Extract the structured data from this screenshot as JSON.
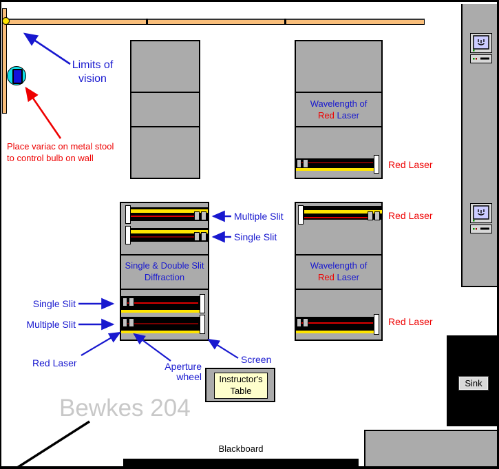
{
  "title": "Bewkes 204 physics lab layout diagram",
  "colors": {
    "annotation_blue": "#1818CF",
    "annotation_red": "#EE0000",
    "table_gray": "#ABABAB",
    "wall_bench_tan": "#F9BE7A",
    "track_yellow": "#FFE500",
    "beam_bright_red": "#DD0000",
    "beam_dark_red": "#7B0000",
    "bulb_cyan": "#12DFE8",
    "bulb_blue": "#1212DD",
    "mac_screen_lavender": "#CCCCFF",
    "room_name_gray": "#C8C8C8"
  },
  "room": {
    "name": "Bewkes 204",
    "blackboard": "Blackboard",
    "sink": "Sink",
    "instructors_table": {
      "line1": "Instructor's",
      "line2": "Table"
    }
  },
  "annotations": {
    "limits": {
      "line1": "Limits of",
      "line2": "vision"
    },
    "variac": {
      "line1": "Place variac on metal stool",
      "line2": "to control bulb on wall"
    },
    "multiple_slit": "Multiple Slit",
    "single_slit": "Single Slit",
    "red_laser": "Red Laser",
    "aperture": {
      "line1": "Aperture",
      "line2": "wheel"
    },
    "screen": "Screen"
  },
  "stations": {
    "wavelength": {
      "line1": "Wavelength of",
      "line2_red": "Red",
      "line2_blue": "Laser"
    },
    "diffraction": {
      "line1": "Single & Double Slit",
      "line2": "Diffraction"
    }
  },
  "icons": {
    "computer": "classic-mac-icon",
    "bulb": "light-bulb-on-wall",
    "door": "door-swing-line"
  }
}
